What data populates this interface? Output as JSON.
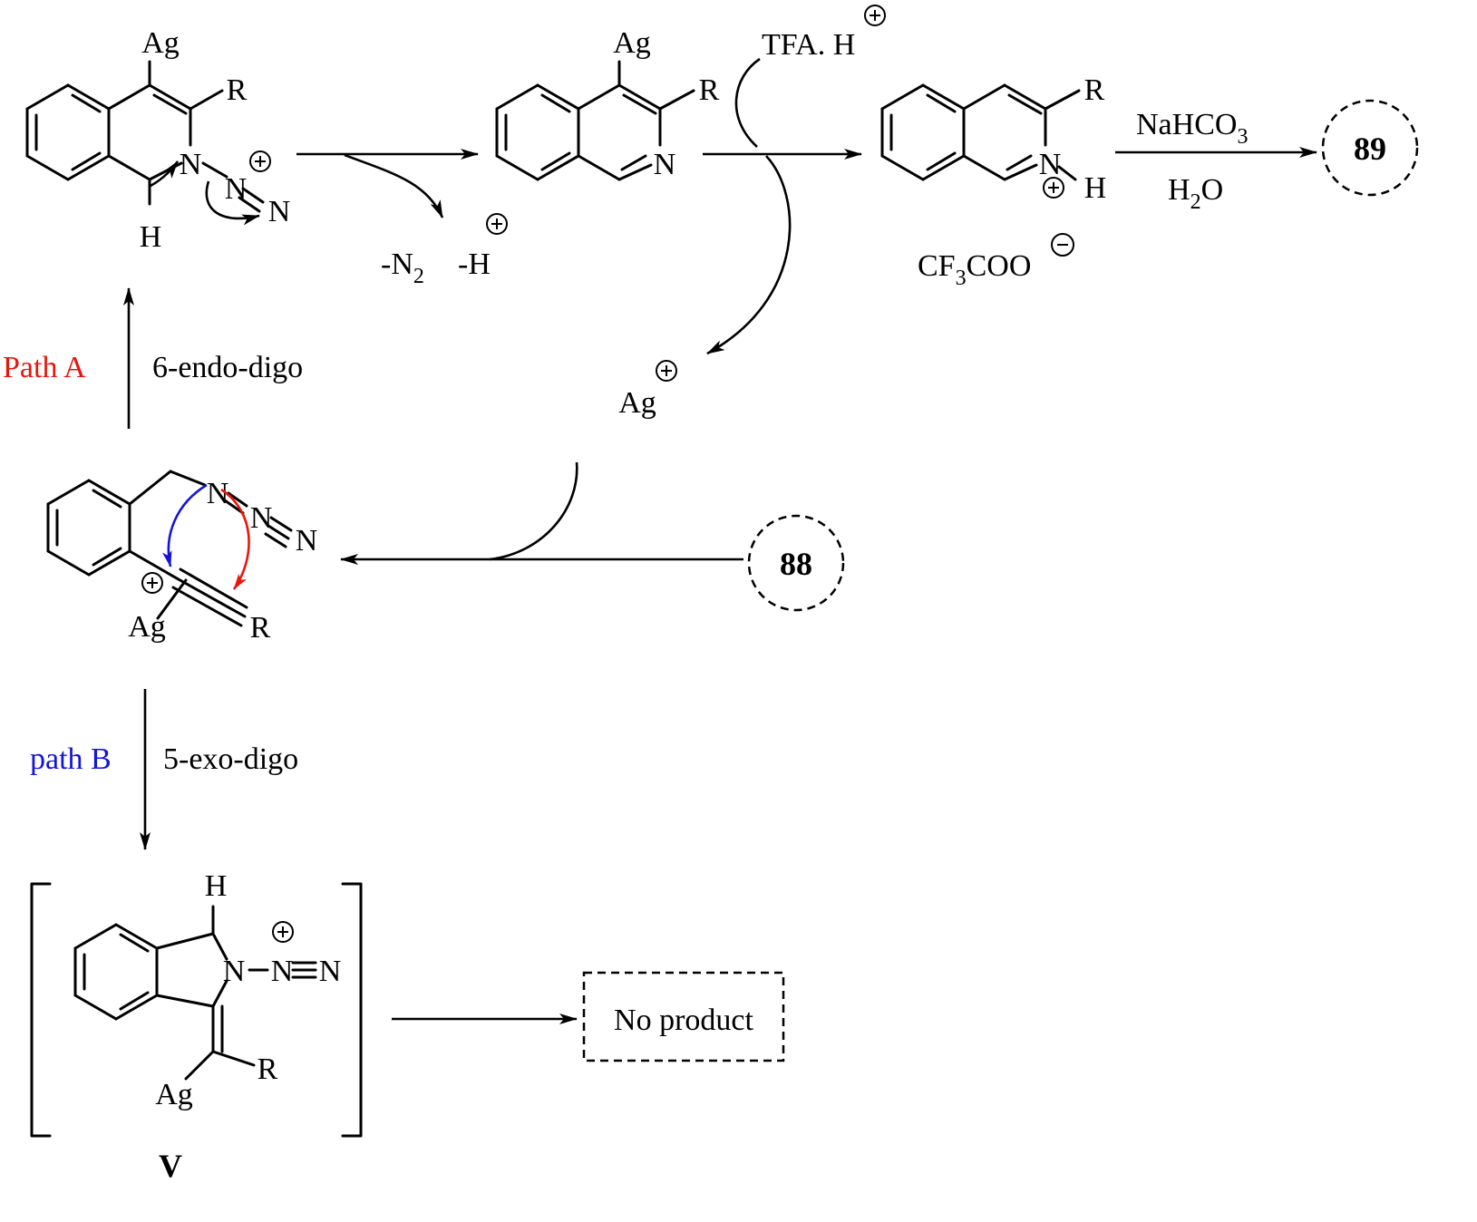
{
  "labels": {
    "ag": "Ag",
    "r": "R",
    "n": "N",
    "h": "H",
    "compound_88": "88",
    "compound_89": "89",
    "intermediate_v": "V",
    "no_product": "No product"
  },
  "reagents": {
    "tfa": "TFA. H",
    "loss_n2": "-N",
    "loss_n2_sub": "2",
    "loss_h": "-H",
    "nahco3": "NaHCO",
    "nahco3_sub": "3",
    "water": "H",
    "water_sub": "2",
    "water_o": "O",
    "counterion_cf": "CF",
    "counterion_sub": "3",
    "counterion_coo": "COO"
  },
  "paths": {
    "a_name": "Path A",
    "a_mode": "6-endo-digo",
    "b_name": "path B",
    "b_mode": "5-exo-digo"
  },
  "colors": {
    "path_a": "#e8160c",
    "path_b": "#1414d8",
    "ink": "#000000"
  }
}
